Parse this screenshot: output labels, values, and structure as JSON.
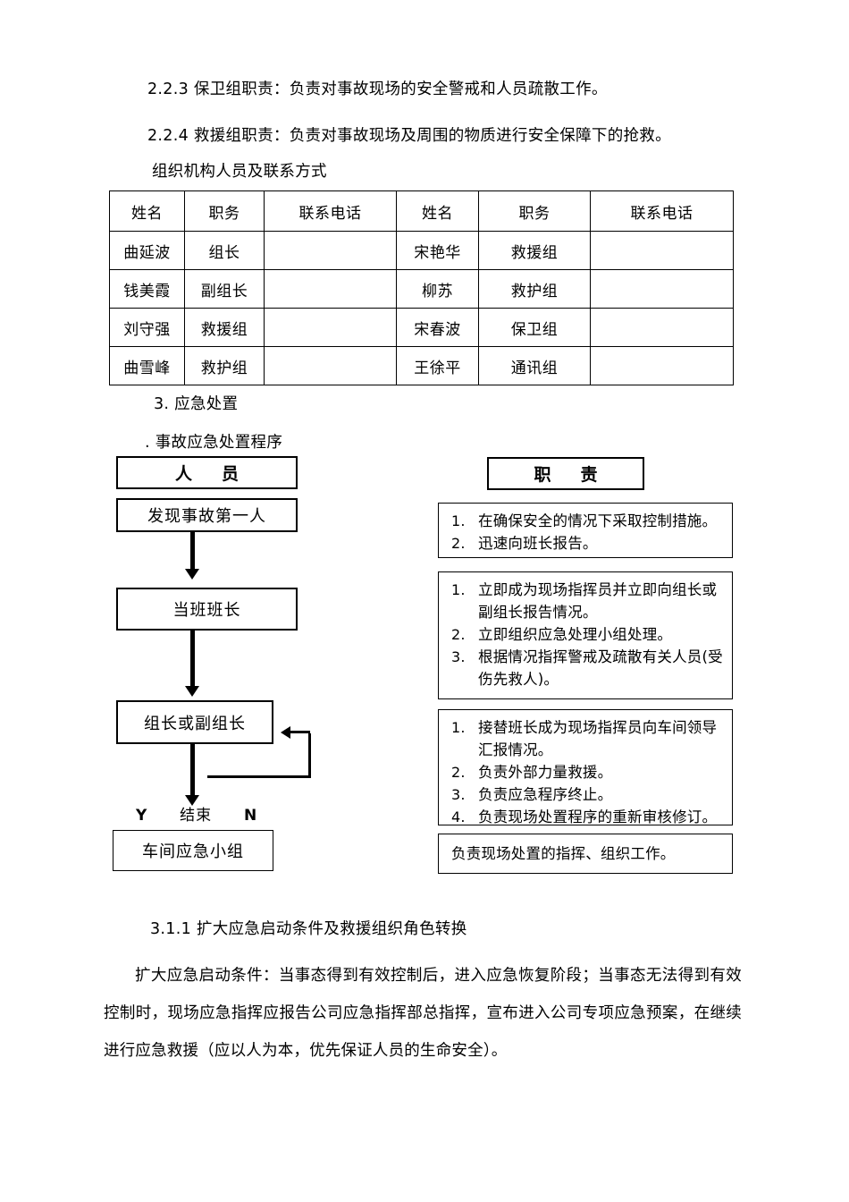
{
  "document": {
    "clauses": [
      "2.2.3 保卫组职责：负责对事故现场的安全警戒和人员疏散工作。",
      "2.2.4 救援组职责：负责对事故现场及周围的物质进行安全保障下的抢救。"
    ],
    "table_heading": "组织机构人员及联系方式",
    "section_3_title": "3. 应急处置",
    "flow_subtitle": ". 事故应急处置程序",
    "section_311_title": "3.1.1 扩大应急启动条件及救援组织角色转换",
    "closing_paragraph": "扩大应急启动条件：当事态得到有效控制后，进入应急恢复阶段；当事态无法得到有效控制时，现场应急指挥应报告公司应急指挥部总指挥，宣布进入公司专项应急预案，在继续进行应急救援（应以人为本，优先保证人员的生命安全）。"
  },
  "contact_table": {
    "headers": [
      "姓名",
      "职务",
      "联系电话",
      "姓名",
      "职务",
      "联系电话"
    ],
    "rows": [
      [
        "曲延波",
        "组长",
        "",
        "宋艳华",
        "救援组",
        ""
      ],
      [
        "钱美霞",
        "副组长",
        "",
        "柳苏",
        "救护组",
        ""
      ],
      [
        "刘守强",
        "救援组",
        "",
        "宋春波",
        "保卫组",
        ""
      ],
      [
        "曲雪峰",
        "救护组",
        "",
        "王徐平",
        "通讯组",
        ""
      ]
    ]
  },
  "flowchart": {
    "left_header": "人　员",
    "right_header": "职　责",
    "nodes": [
      {
        "label": "发现事故第一人"
      },
      {
        "label": "当班班长"
      },
      {
        "label": "组长或副组长"
      },
      {
        "label": "车间应急小组"
      }
    ],
    "decision_labels": {
      "yes": "Y",
      "middle": "结束",
      "no": "N"
    },
    "responsibilities": [
      {
        "items": [
          "在确保安全的情况下采取控制措施。",
          "迅速向班长报告。"
        ]
      },
      {
        "items": [
          "立即成为现场指挥员并立即向组长或副组长报告情况。",
          "立即组织应急处理小组处理。",
          "根据情况指挥警戒及疏散有关人员(受伤先救人)。"
        ]
      },
      {
        "items": [
          "接替班长成为现场指挥员向车间领导汇报情况。",
          "负责外部力量救援。",
          "负责应急程序终止。",
          "负责现场处置程序的重新审核修订。"
        ]
      },
      {
        "plain": "负责现场处置的指挥、组织工作。"
      }
    ]
  },
  "colors": {
    "ink": "#000000",
    "page": "#ffffff"
  }
}
